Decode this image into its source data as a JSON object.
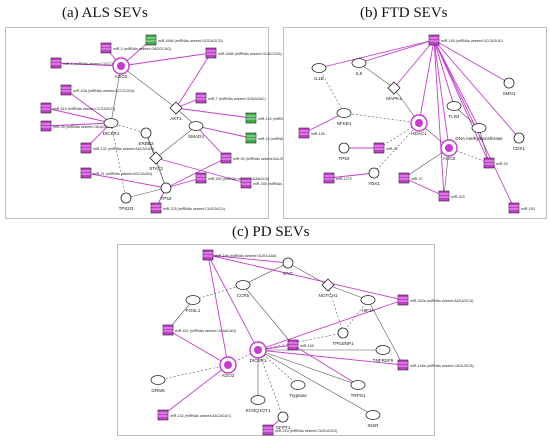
{
  "panels": [
    {
      "id": "als",
      "title": "(a) ALS SEVs",
      "nodes": [
        {
          "id": "n0",
          "label": "miR-4466 (miRNAs w/seed GGGUGCG)",
          "shape": "mirna",
          "accent": "#3fae49"
        },
        {
          "id": "n1",
          "label": "miR-2 (miRNAs w/seed GAGGCUG)",
          "shape": "mirna",
          "accent": "#c53ecf"
        },
        {
          "id": "n2",
          "label": "miR-8 (miRNAs w/seed CUCCGAU)",
          "shape": "mirna",
          "accent": "#c53ecf"
        },
        {
          "id": "n3",
          "label": "miR-4485 (miRNAs w/seed GUACCGA)",
          "shape": "mirna",
          "accent": "#c53ecf"
        },
        {
          "id": "n4",
          "label": "miR-10a (miRNAs w/seed ACCCUGU)",
          "shape": "mirna",
          "accent": "#c53ecf"
        },
        {
          "id": "n5",
          "label": "miR-615 (miRNAs w/seed CCGAGCC)",
          "shape": "mirna",
          "accent": "#c53ecf"
        },
        {
          "id": "n6",
          "label": "miR-18 (miRNAs w/seed CUGAAGU)",
          "shape": "mirna",
          "accent": "#3fae49"
        },
        {
          "id": "n7",
          "label": "miR-25 (miRNAs w/seed CAUUGCA)",
          "shape": "mirna",
          "accent": "#c53ecf"
        },
        {
          "id": "n8",
          "label": "miR-21 (miRNAs w/seed AGCUUAU)",
          "shape": "mirna",
          "accent": "#c53ecf"
        },
        {
          "id": "n9",
          "label": "miR-378 (miRNAs w/seed CUGGACU)",
          "shape": "mirna",
          "accent": "#c53ecf"
        },
        {
          "id": "n10",
          "label": "miR-92 (miRNAs w/seed AUUGCAC)",
          "shape": "mirna",
          "accent": "#c53ecf"
        },
        {
          "id": "n11",
          "label": "miR-124 (miRNAs w/seed AAGGCAC)",
          "shape": "mirna",
          "accent": "#3fae49"
        },
        {
          "id": "n12",
          "label": "miR-7 (miRNAs w/seed GGAAGAC)",
          "shape": "mirna",
          "accent": "#c53ecf"
        },
        {
          "id": "n13",
          "label": "miR-330 (miRNAs w/seed CAAAGCA)",
          "shape": "mirna",
          "accent": "#c53ecf"
        },
        {
          "id": "n14",
          "label": "miR-132 (miRNAs w/seed AACAGUC)",
          "shape": "mirna",
          "accent": "#c53ecf"
        },
        {
          "id": "n15",
          "label": "miR-155 (miRNAs w/seed UAAUGCU)",
          "shape": "mirna",
          "accent": "#c53ecf"
        },
        {
          "id": "h1",
          "label": "AGO2",
          "shape": "hub",
          "accent": "#c53ecf"
        },
        {
          "id": "h2",
          "label": "TP53",
          "shape": "circle",
          "accent": "#c53ecf"
        },
        {
          "id": "h3",
          "label": "AKT1",
          "shape": "diamond",
          "accent": "#c53ecf"
        },
        {
          "id": "h4",
          "label": "ERBB2",
          "shape": "circle",
          "accent": "#c53ecf"
        },
        {
          "id": "h5",
          "label": "SMAD4",
          "shape": "ellipse",
          "accent": "#c53ecf"
        },
        {
          "id": "h6",
          "label": "DICER1",
          "shape": "ellipse",
          "accent": "#c53ecf"
        },
        {
          "id": "h7",
          "label": "STAT3",
          "shape": "diamond",
          "accent": "#c53ecf"
        },
        {
          "id": "h8",
          "label": "TP53I3",
          "shape": "circle",
          "accent": "#888888"
        }
      ]
    },
    {
      "id": "ftd",
      "title": "(b) FTD SEVs",
      "nodes": [
        {
          "id": "f0",
          "label": "miR-145 (miRNAs w/seed UCCAGUU)",
          "shape": "mirna",
          "accent": "#c53ecf"
        },
        {
          "id": "f1",
          "label": "IL1B",
          "shape": "ellipse",
          "accent": "#c53ecf"
        },
        {
          "id": "f2",
          "label": "IL6",
          "shape": "ellipse",
          "accent": "#c53ecf"
        },
        {
          "id": "f3",
          "label": "MAPK1",
          "shape": "diamond",
          "accent": "#c53ecf"
        },
        {
          "id": "f4",
          "label": "NFKB1",
          "shape": "ellipse",
          "accent": "#c53ecf"
        },
        {
          "id": "f5",
          "label": "TLR4",
          "shape": "ellipse",
          "accent": "#c53ecf"
        },
        {
          "id": "f6",
          "label": "SMN1",
          "shape": "circle",
          "accent": "#888888"
        },
        {
          "id": "f7",
          "label": "CDK1",
          "shape": "circle",
          "accent": "#888888"
        },
        {
          "id": "f8",
          "label": "HDAC1",
          "shape": "hub",
          "accent": "#c53ecf"
        },
        {
          "id": "f9",
          "label": "AGO2",
          "shape": "hub",
          "accent": "#c53ecf"
        },
        {
          "id": "f10",
          "label": "DNA methyltransferase",
          "shape": "ellipse",
          "accent": "#c53ecf"
        },
        {
          "id": "f11",
          "label": "miR-22",
          "shape": "mirna",
          "accent": "#c53ecf"
        },
        {
          "id": "f12",
          "label": "miR-27",
          "shape": "mirna",
          "accent": "#c53ecf"
        },
        {
          "id": "f13",
          "label": "miR-423",
          "shape": "mirna",
          "accent": "#c53ecf"
        },
        {
          "id": "f14",
          "label": "miR-29",
          "shape": "mirna",
          "accent": "#c53ecf"
        },
        {
          "id": "f15",
          "label": "miR-153",
          "shape": "mirna",
          "accent": "#c53ecf"
        },
        {
          "id": "f16",
          "label": "miR-1273",
          "shape": "mirna",
          "accent": "#c53ecf"
        },
        {
          "id": "f17",
          "label": "YBX1",
          "shape": "circle",
          "accent": "#888888"
        },
        {
          "id": "f18",
          "label": "TP53",
          "shape": "circle",
          "accent": "#888888"
        },
        {
          "id": "f19",
          "label": "miR-128",
          "shape": "mirna",
          "accent": "#c53ecf"
        }
      ]
    },
    {
      "id": "pd",
      "title": "(c) PD SEVs",
      "nodes": [
        {
          "id": "p0",
          "label": "miR-19b (miRNAs w/seed GUGCAAA)",
          "shape": "mirna",
          "accent": "#c53ecf"
        },
        {
          "id": "p1",
          "label": "MYC",
          "shape": "circle",
          "accent": "#c53ecf"
        },
        {
          "id": "p2",
          "label": "CCR5",
          "shape": "ellipse",
          "accent": "#c53ecf"
        },
        {
          "id": "p3",
          "label": "NOTCH1",
          "shape": "diamond",
          "accent": "#c53ecf"
        },
        {
          "id": "p4",
          "label": "FOSL1",
          "shape": "ellipse",
          "accent": "#c53ecf"
        },
        {
          "id": "p5",
          "label": "HIF1A",
          "shape": "ellipse",
          "accent": "#c53ecf"
        },
        {
          "id": "p6",
          "label": "miR-302a (miRNAs w/seed AAGUGCU)",
          "shape": "mirna",
          "accent": "#c53ecf"
        },
        {
          "id": "p7",
          "label": "miR-421 (miRNAs w/seed UCAACAG)",
          "shape": "mirna",
          "accent": "#c53ecf"
        },
        {
          "id": "p8",
          "label": "TP53INP1",
          "shape": "circle",
          "accent": "#c53ecf"
        },
        {
          "id": "p9",
          "label": "TNFRSF9",
          "shape": "ellipse",
          "accent": "#c53ecf"
        },
        {
          "id": "p10",
          "label": "miR-148a (miRNAs w/seed CAGUGCA)",
          "shape": "mirna",
          "accent": "#c53ecf"
        },
        {
          "id": "p11",
          "label": "GRM5",
          "shape": "ellipse",
          "accent": "#c53ecf"
        },
        {
          "id": "p12",
          "label": "miR-145",
          "shape": "mirna",
          "accent": "#c53ecf"
        },
        {
          "id": "p13",
          "label": "KCNQ1OT1",
          "shape": "ellipse",
          "accent": "#c53ecf"
        },
        {
          "id": "p14",
          "label": "Tryptase",
          "shape": "ellipse",
          "accent": "#888888"
        },
        {
          "id": "p15",
          "label": "TRPS1",
          "shape": "ellipse",
          "accent": "#c53ecf"
        },
        {
          "id": "p16",
          "label": "miR-132 (miRNAs w/seed AACAGUC)",
          "shape": "mirna",
          "accent": "#c53ecf"
        },
        {
          "id": "p17",
          "label": "GFPT1",
          "shape": "circle",
          "accent": "#c53ecf"
        },
        {
          "id": "p18",
          "label": "miR-210 (miRNAs w/seed CUGUGCG)",
          "shape": "mirna",
          "accent": "#c53ecf"
        },
        {
          "id": "p19",
          "label": "INSR",
          "shape": "ellipse",
          "accent": "#c53ecf"
        },
        {
          "id": "p20",
          "label": "DICER1",
          "shape": "hub",
          "accent": "#c53ecf"
        },
        {
          "id": "p21",
          "label": "AGO2",
          "shape": "hub",
          "accent": "#c53ecf"
        }
      ]
    }
  ],
  "colors": {
    "relationship": "#c53ecf",
    "indirect": "#555555",
    "node_fill": "#ffffff",
    "node_stroke": "#222222",
    "border": "#bdbdbd"
  }
}
